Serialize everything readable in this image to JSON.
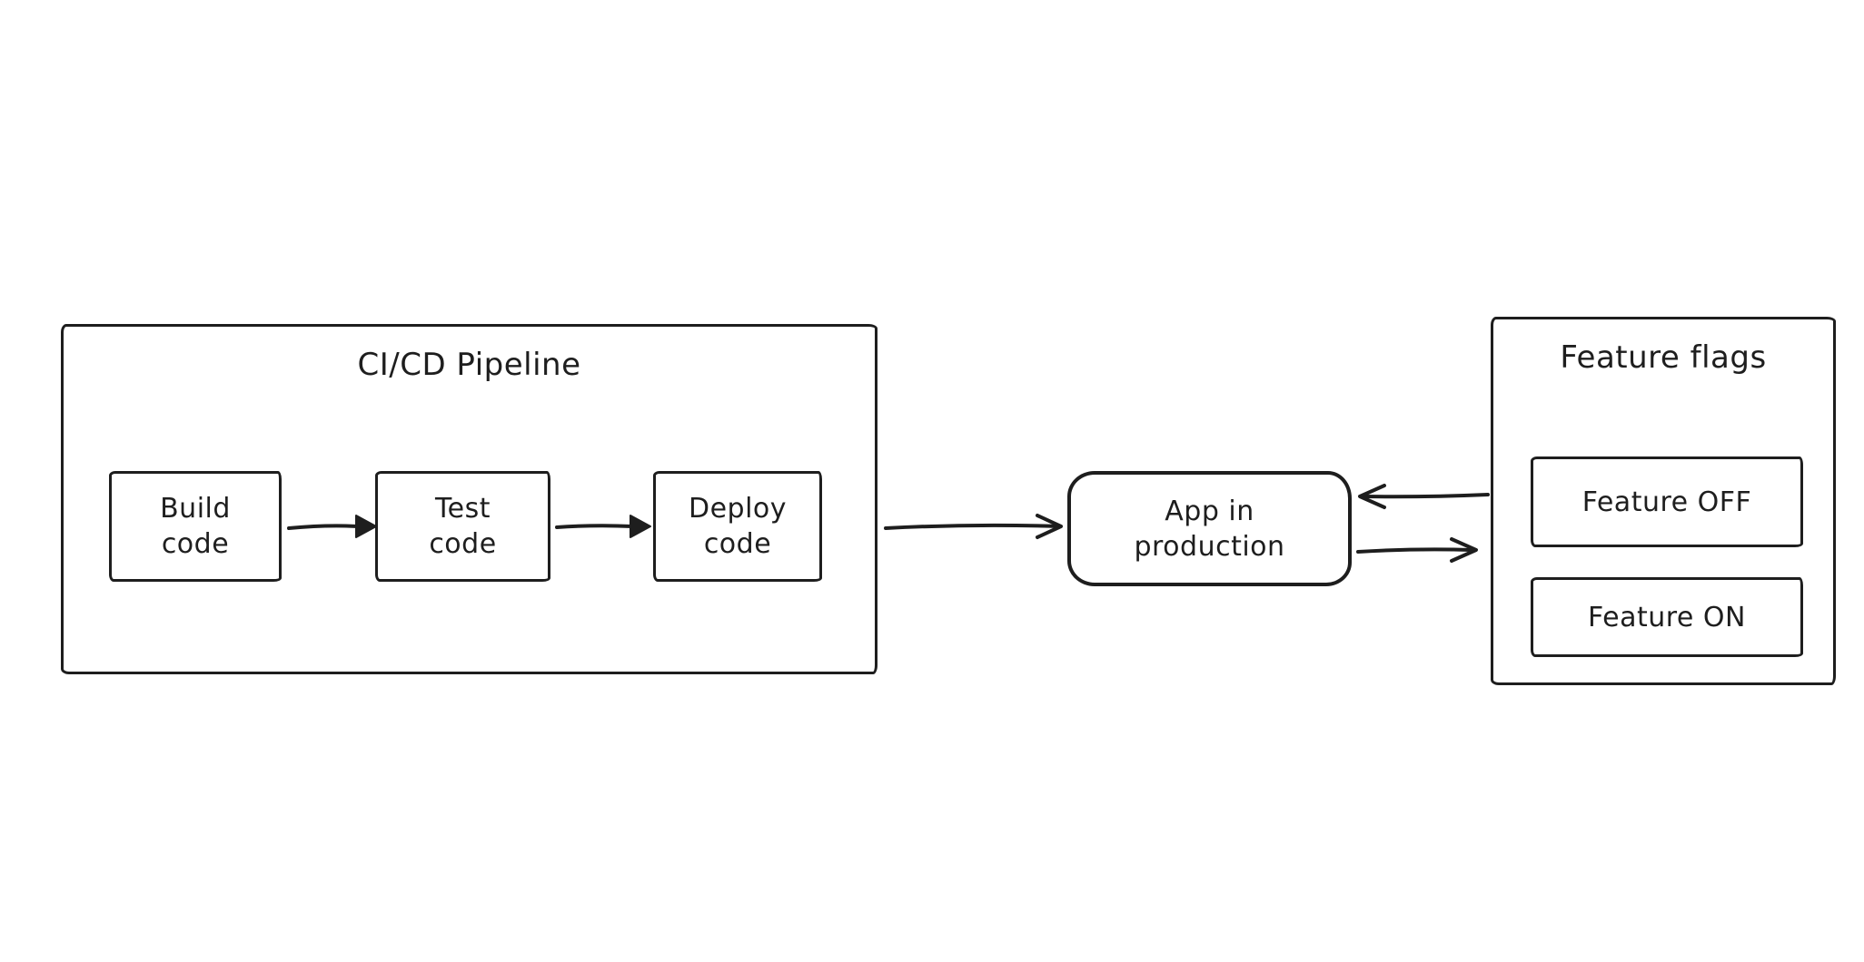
{
  "diagram": {
    "pipeline": {
      "title": "CI/CD Pipeline",
      "steps": [
        {
          "label": "Build\ncode"
        },
        {
          "label": "Test\ncode"
        },
        {
          "label": "Deploy\ncode"
        }
      ]
    },
    "app": {
      "label": "App in\nproduction"
    },
    "feature_flags": {
      "title": "Feature flags",
      "flags": [
        {
          "label": "Feature OFF"
        },
        {
          "label": "Feature ON"
        }
      ]
    },
    "colors": {
      "ink": "#1e1e1e",
      "background": "#ffffff"
    }
  }
}
